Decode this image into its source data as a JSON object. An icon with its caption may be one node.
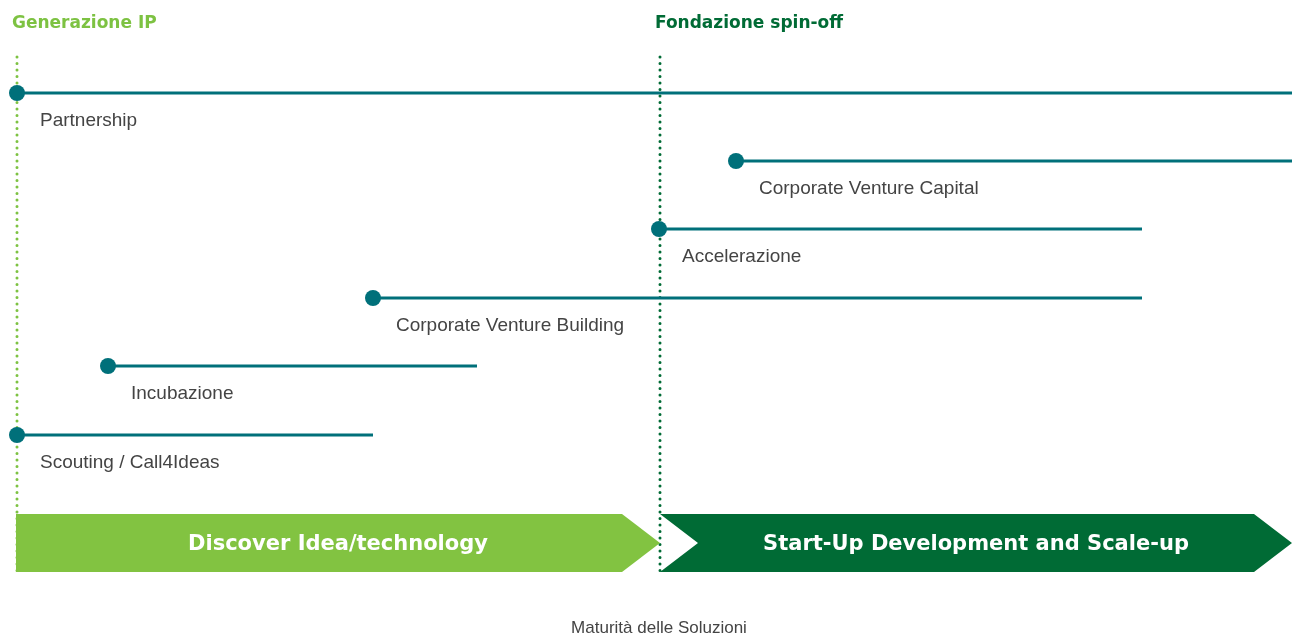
{
  "diagram": {
    "caption": "Maturità delle Soluzioni",
    "nodes": [
      {
        "text": [
          "Discover Idea/technology"
        ]
      },
      {
        "text": [
          "Start-Up Development and Scale-up"
        ]
      }
    ],
    "labels": [
      "Generazione IP",
      "Fondazione spin-off",
      "Partnership",
      "Corporate Venture Capital",
      "Accelerazione",
      "Corporate Venture Building",
      "Incubazione",
      "Scouting / Call4Ideas"
    ]
  }
}
